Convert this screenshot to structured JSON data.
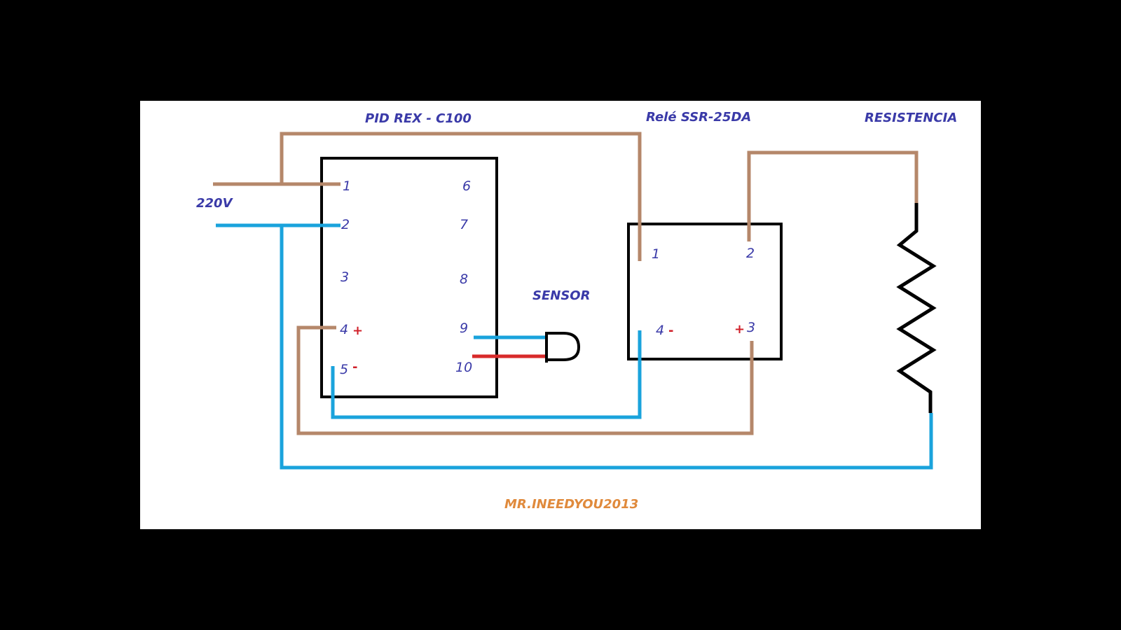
{
  "labels": {
    "pid_title": "PID REX - C100",
    "relay_title": "Relé  SSR-25DA",
    "resistor_title": "RESISTENCIA",
    "supply": "220V",
    "sensor": "SENSOR",
    "credit": "MR.INEEDYOU2013"
  },
  "pid_pins": {
    "p1": "1",
    "p2": "2",
    "p3": "3",
    "p4": "4",
    "p5": "5",
    "p6": "6",
    "p7": "7",
    "p8": "8",
    "p9": "9",
    "p10": "10",
    "p4_sign": "+",
    "p5_sign": "-"
  },
  "relay_pins": {
    "p1": "1",
    "p2": "2",
    "p3": "3",
    "p4": "4",
    "p4_sign": "-",
    "p3_sign": "+"
  },
  "colors": {
    "brown_wire": "#b5876a",
    "blue_wire": "#1aa3dc",
    "red_wire": "#d82a2a",
    "label_blue": "#3a3aa8",
    "credit_orange": "#e08a3c"
  }
}
